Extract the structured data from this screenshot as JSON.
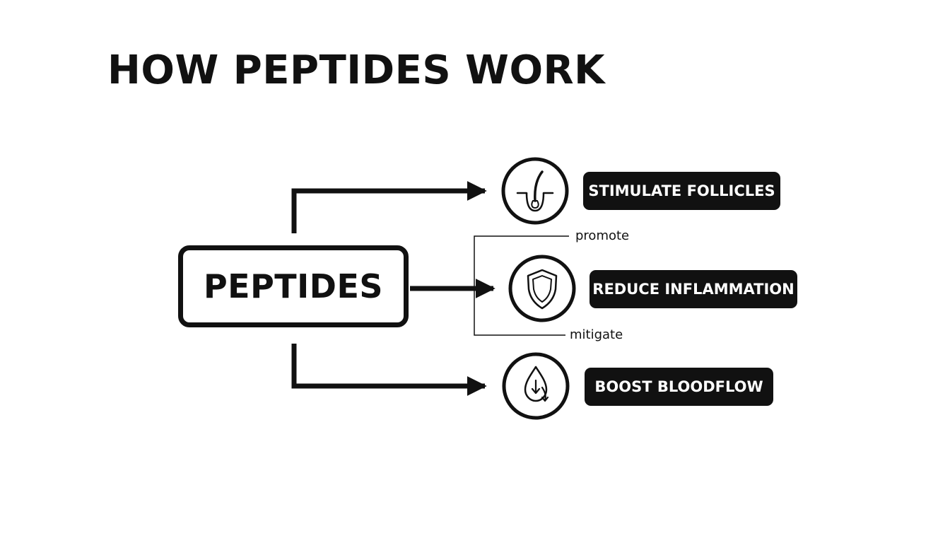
{
  "diagram": {
    "title": "HOW PEPTIDES WORK",
    "source": "PEPTIDES",
    "effects": [
      {
        "label": "STIMULATE FOLLICLES",
        "icon": "hair-follicle-icon"
      },
      {
        "label": "REDUCE INFLAMMATION",
        "icon": "shield-icon"
      },
      {
        "label": "BOOST BLOODFLOW",
        "icon": "blood-drop-icon"
      }
    ],
    "connector_labels": {
      "upper": "promote",
      "lower": "mitigate"
    },
    "colors": {
      "ink": "#111111",
      "background": "#ffffff",
      "pill_text": "#ffffff"
    }
  }
}
